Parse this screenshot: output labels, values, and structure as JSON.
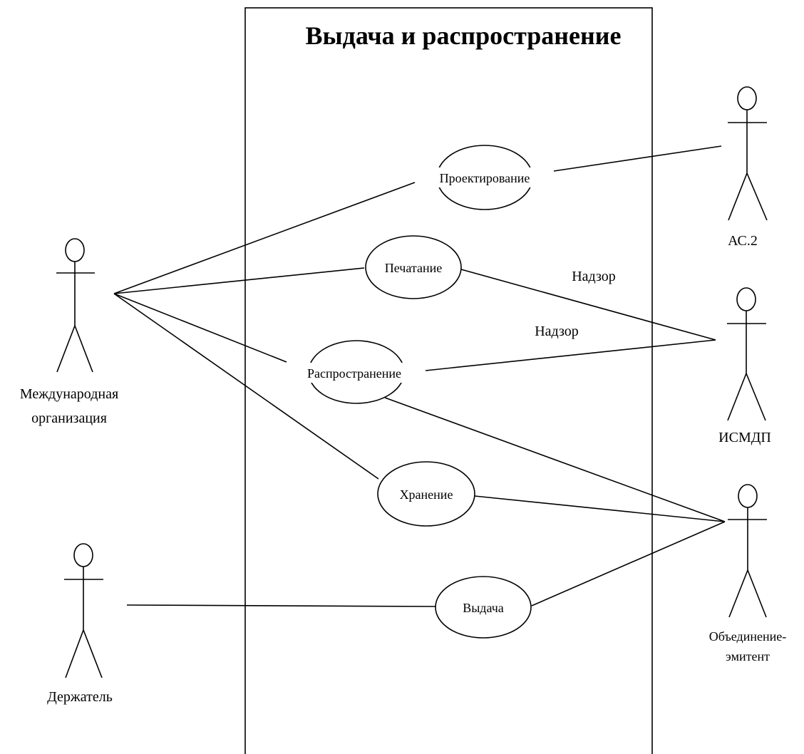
{
  "diagram": {
    "title": "Выдача и распространение",
    "use_cases": {
      "design": "Проектирование",
      "printing": "Печатание",
      "distribution": "Распространение",
      "storage": "Хранение",
      "issuance": "Выдача"
    },
    "actors": {
      "international_org_line1": "Международная",
      "international_org_line2": "организация",
      "holder": "Держатель",
      "ac2": "АС.2",
      "ismdp": "ИСМДП",
      "issuer_line1": "Объединение-",
      "issuer_line2": "эмитент"
    },
    "relation_labels": {
      "supervision_printing": "Надзор",
      "supervision_distribution": "Надзор"
    }
  }
}
